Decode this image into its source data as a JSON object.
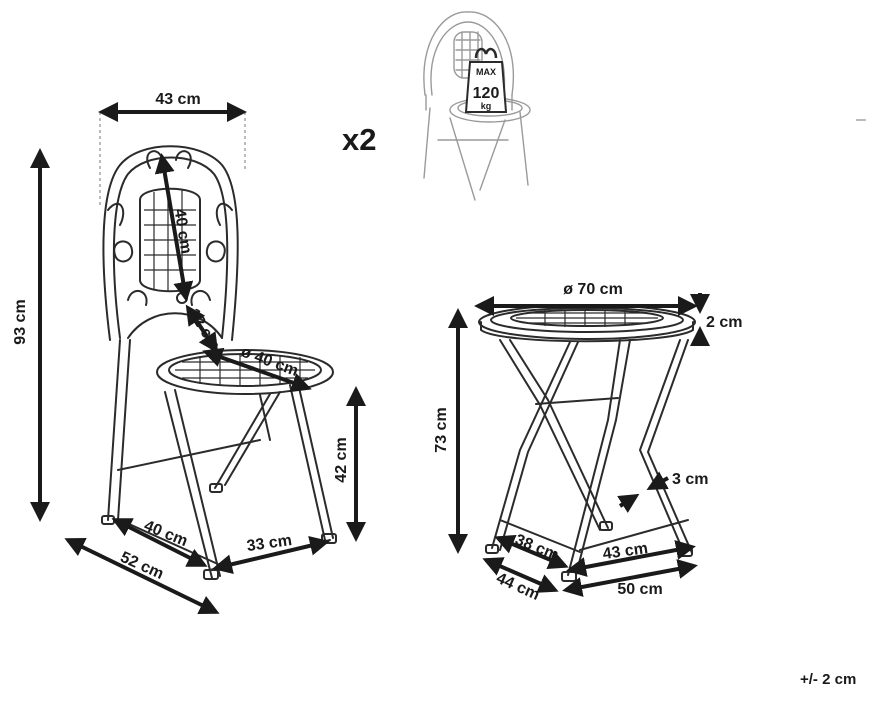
{
  "chair": {
    "width": "43 cm",
    "height": "93 cm",
    "back": "40 cm",
    "seat_to_back": "12 cm",
    "seat_diameter": "ø 40 cm",
    "seat_height": "42 cm",
    "leg_depth": "40 cm",
    "leg_width": "33 cm",
    "footprint": "52 cm"
  },
  "quantity": "x2",
  "weight_badge": {
    "line1": "MAX",
    "line2": "120",
    "line3": "kg"
  },
  "table": {
    "diameter": "ø 70 cm",
    "top_thickness": "2 cm",
    "height": "73 cm",
    "leg_thickness": "3 cm",
    "base_depth": "38 cm",
    "base_width": "43 cm",
    "footprint_depth": "44 cm",
    "footprint_width": "50 cm"
  },
  "tolerance": "+/- 2 cm"
}
